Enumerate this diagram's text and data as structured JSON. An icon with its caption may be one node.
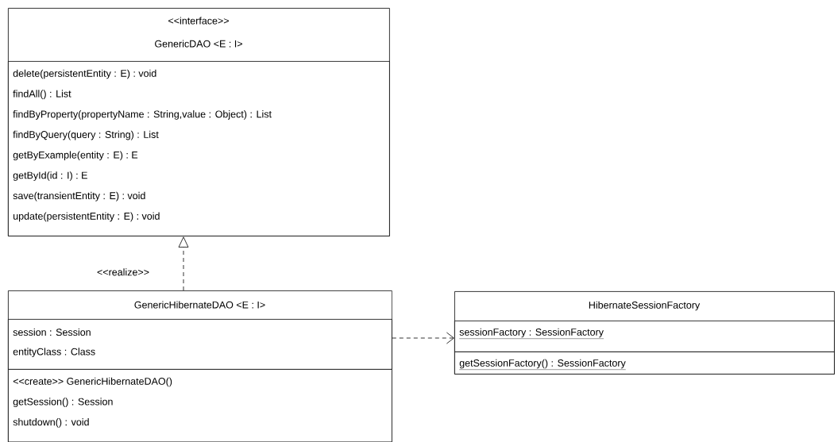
{
  "diagram": {
    "nodes": [
      {
        "text": [
          "<<interface>>",
          "GenericDAO <E : I>"
        ]
      },
      {
        "text": [
          "delete(persistentEntity : E) : void",
          "findAll() : List",
          "findByProperty(propertyName : String,value : Object) : List",
          "findByQuery(query : String) : List",
          "getByExample(entity : E) : E",
          "getById(id : I) : E",
          "save(transientEntity : E) : void",
          "update(persistentEntity : E) : void"
        ],
        "in": 0
      },
      {
        "text": [
          "GenericHibernateDAO <E : I>"
        ]
      },
      {
        "text": [
          "session : Session",
          "entityClass : Class"
        ],
        "in": 2
      },
      {
        "text": [
          "<<create>> GenericHibernateDAO()",
          "getSession() : Session",
          "shutdown() : void"
        ],
        "in": 2
      },
      {
        "text": [
          "HibernateSessionFactory"
        ]
      },
      {
        "text": [
          "sessionFactory : SessionFactory"
        ],
        "in": 5
      },
      {
        "text": [
          "getSessionFactory() : SessionFactory"
        ],
        "in": 5
      }
    ],
    "edges": [
      {
        "from": 2,
        "to": 0,
        "arrow": "to",
        "style": "dashed",
        "label": "<<realize>>"
      },
      {
        "from": 2,
        "to": 5,
        "arrow": "to",
        "style": "dashed"
      }
    ]
  }
}
